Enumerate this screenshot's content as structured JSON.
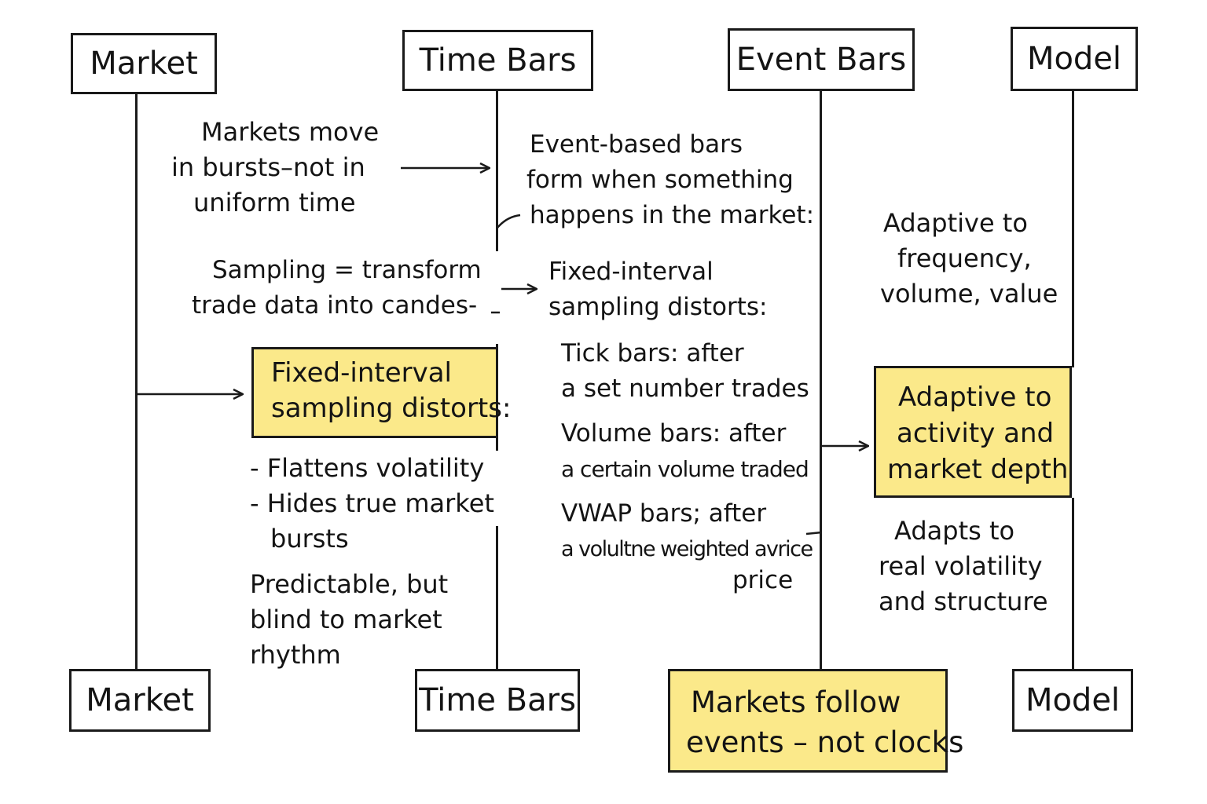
{
  "colors": {
    "ink": "#1a1a1a",
    "highlight": "#fbe98a",
    "background": "#ffffff"
  },
  "lanes": {
    "market": "Market",
    "time_bars": "Time Bars",
    "event_bars": "Event Bars",
    "model": "Model"
  },
  "notes": {
    "bursts": [
      "Markets move",
      "in  bursts–not in",
      "uniform time"
    ],
    "sampling": [
      "Sampling = transform",
      "trade data into candes-"
    ],
    "event_based": [
      "Event-based  bars",
      "form when something",
      "happens in the market:"
    ],
    "fixed_interval_mid": [
      "Fixed-interval",
      "sampling distorts:"
    ],
    "fixed_interval_box": [
      "Fixed-interval",
      "sampling distorts:"
    ],
    "flattens": [
      "- Flattens volatility",
      "- Hides true market",
      "   bursts"
    ],
    "predictable": [
      "Predictable,  but",
      "blind to market",
      "rhythm"
    ],
    "tick_bars": [
      "Tick bars: after",
      "a set number trades"
    ],
    "volume_bars": [
      "Volume bars: after",
      "a certain volume traded"
    ],
    "vwap_bars": [
      "VWAP bars; after",
      "a volultne weighted avrice",
      "price"
    ],
    "adaptive_freq": [
      "Adaptive to",
      "frequency,",
      "volume, value"
    ],
    "adaptive_activity": [
      "Adaptive to",
      "activity and",
      "market depth"
    ],
    "adapts_real": [
      "Adapts to",
      "real volatility",
      "and structure"
    ],
    "markets_follow": [
      "Markets follow",
      "events – not clocks"
    ]
  }
}
